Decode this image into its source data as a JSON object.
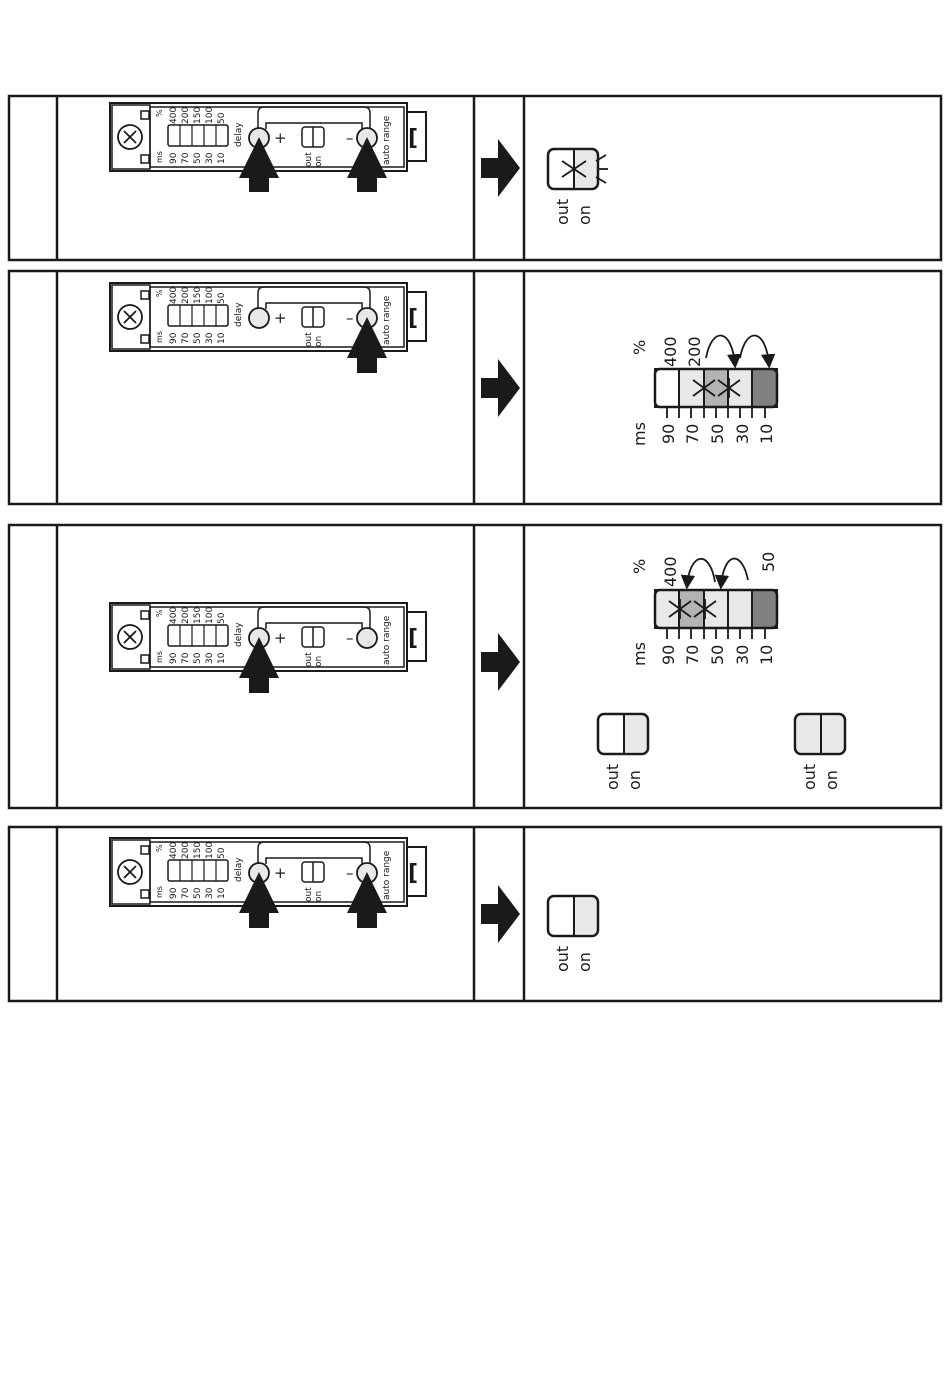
{
  "device": {
    "pct_symbol": "%",
    "ms_symbol": "ms",
    "pct_scale": [
      "400",
      "200",
      "150",
      "100",
      "50"
    ],
    "ms_scale": [
      "90",
      "70",
      "50",
      "30",
      "10"
    ],
    "delay_label": "delay",
    "plus_label": "+",
    "minus_label": "–",
    "out_label": "out",
    "on_label": "on",
    "auto_range_label": "auto range",
    "connector_glyph": "["
  },
  "indicator": {
    "out_label": "out",
    "on_label": "on",
    "pct_symbol": "%",
    "ms_symbol": "ms",
    "pct_labels_step2": [
      "400",
      "200"
    ],
    "pct_labels_step3": [
      "400",
      "50"
    ],
    "ms_labels": [
      "90",
      "70",
      "50",
      "30",
      "10"
    ]
  },
  "steps": [
    {
      "id": 1,
      "press_plus": true,
      "press_minus": true,
      "result": "led-blinking"
    },
    {
      "id": 2,
      "press_plus": false,
      "press_minus": true,
      "result": "bargraph-decrease"
    },
    {
      "id": 3,
      "press_plus": true,
      "press_minus": false,
      "result": "bargraph-increase"
    },
    {
      "id": 4,
      "press_plus": true,
      "press_minus": true,
      "result": "led-steady"
    }
  ],
  "colors": {
    "stroke": "#1a1a1a",
    "led_fill": "#e8e8e8",
    "bar_mid": "#b3b3b3",
    "bar_dark": "#808080",
    "bar_light": "#e8e8e8"
  }
}
